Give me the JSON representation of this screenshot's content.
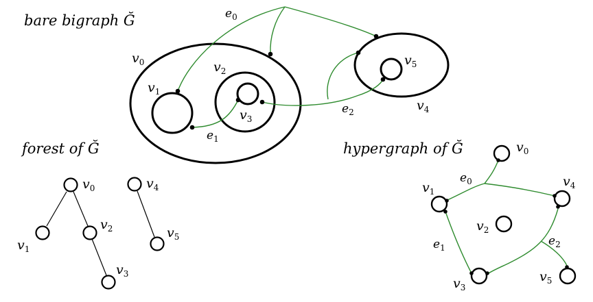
{
  "titles": {
    "bare_bigraph": "bare bigraph Ğ",
    "forest": "forest of Ğ",
    "hypergraph": "hypergraph of Ğ"
  },
  "bigraph": {
    "nodes": [
      {
        "id": "v0",
        "base": "v",
        "sub": "0"
      },
      {
        "id": "v1",
        "base": "v",
        "sub": "1"
      },
      {
        "id": "v2",
        "base": "v",
        "sub": "2"
      },
      {
        "id": "v3",
        "base": "v",
        "sub": "3"
      },
      {
        "id": "v4",
        "base": "v",
        "sub": "4"
      },
      {
        "id": "v5",
        "base": "v",
        "sub": "5"
      }
    ],
    "edges": [
      {
        "id": "e0",
        "base": "e",
        "sub": "0"
      },
      {
        "id": "e1",
        "base": "e",
        "sub": "1"
      },
      {
        "id": "e2",
        "base": "e",
        "sub": "2"
      }
    ]
  },
  "forest": {
    "nodes": [
      {
        "id": "v0",
        "base": "v",
        "sub": "0"
      },
      {
        "id": "v1",
        "base": "v",
        "sub": "1"
      },
      {
        "id": "v2",
        "base": "v",
        "sub": "2"
      },
      {
        "id": "v3",
        "base": "v",
        "sub": "3"
      },
      {
        "id": "v4",
        "base": "v",
        "sub": "4"
      },
      {
        "id": "v5",
        "base": "v",
        "sub": "5"
      }
    ],
    "parent_child": [
      [
        "v0",
        "v1"
      ],
      [
        "v0",
        "v2"
      ],
      [
        "v2",
        "v3"
      ],
      [
        "v4",
        "v5"
      ]
    ]
  },
  "hypergraph": {
    "nodes": [
      {
        "id": "v0",
        "base": "v",
        "sub": "0"
      },
      {
        "id": "v1",
        "base": "v",
        "sub": "1"
      },
      {
        "id": "v2",
        "base": "v",
        "sub": "2"
      },
      {
        "id": "v3",
        "base": "v",
        "sub": "3"
      },
      {
        "id": "v4",
        "base": "v",
        "sub": "4"
      },
      {
        "id": "v5",
        "base": "v",
        "sub": "5"
      }
    ],
    "edges": [
      {
        "id": "e0",
        "base": "e",
        "sub": "0"
      },
      {
        "id": "e1",
        "base": "e",
        "sub": "1"
      },
      {
        "id": "e2",
        "base": "e",
        "sub": "2"
      }
    ]
  },
  "colors": {
    "link": "#2e8b2e",
    "outline": "#000000"
  }
}
